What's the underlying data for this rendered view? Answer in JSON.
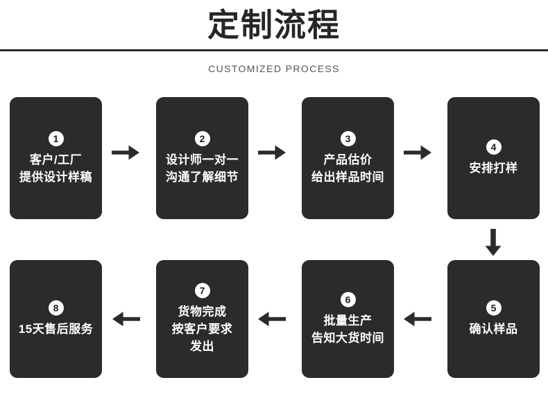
{
  "header": {
    "title": "定制流程",
    "subtitle": "CUSTOMIZED PROCESS",
    "rule_color": "#2b2b2b"
  },
  "theme": {
    "background": "#ffffff",
    "card_background": "#2b2b2b",
    "card_text": "#ffffff",
    "badge_background": "#ffffff",
    "badge_text": "#1d1d1d",
    "arrow_color": "#2b2b2b",
    "subtitle_color": "#555555"
  },
  "flow": {
    "steps": [
      {
        "number": "1",
        "lines": [
          "客户/工厂",
          "提供设计样稿"
        ],
        "row": 1,
        "column": 1
      },
      {
        "number": "2",
        "lines": [
          "设计师一对一",
          "沟通了解细节"
        ],
        "row": 1,
        "column": 2
      },
      {
        "number": "3",
        "lines": [
          "产品估价",
          "给出样品时间"
        ],
        "row": 1,
        "column": 3
      },
      {
        "number": "4",
        "lines": [
          "安排打样"
        ],
        "row": 1,
        "column": 4
      },
      {
        "number": "5",
        "lines": [
          "确认样品"
        ],
        "row": 2,
        "column": 4
      },
      {
        "number": "6",
        "lines": [
          "批量生产",
          "告知大货时间"
        ],
        "row": 2,
        "column": 3
      },
      {
        "number": "7",
        "lines": [
          "货物完成",
          "按客户要求",
          "发出"
        ],
        "row": 2,
        "column": 2
      },
      {
        "number": "8",
        "lines": [
          "15天售后服务"
        ],
        "row": 2,
        "column": 1
      }
    ],
    "connectors": [
      {
        "icon": "arrow-right-icon",
        "from": "1",
        "to": "2"
      },
      {
        "icon": "arrow-right-icon",
        "from": "2",
        "to": "3"
      },
      {
        "icon": "arrow-right-icon",
        "from": "3",
        "to": "4"
      },
      {
        "icon": "arrow-down-icon",
        "from": "4",
        "to": "5"
      },
      {
        "icon": "arrow-left-icon",
        "from": "5",
        "to": "6"
      },
      {
        "icon": "arrow-left-icon",
        "from": "6",
        "to": "7"
      },
      {
        "icon": "arrow-left-icon",
        "from": "7",
        "to": "8"
      }
    ]
  }
}
